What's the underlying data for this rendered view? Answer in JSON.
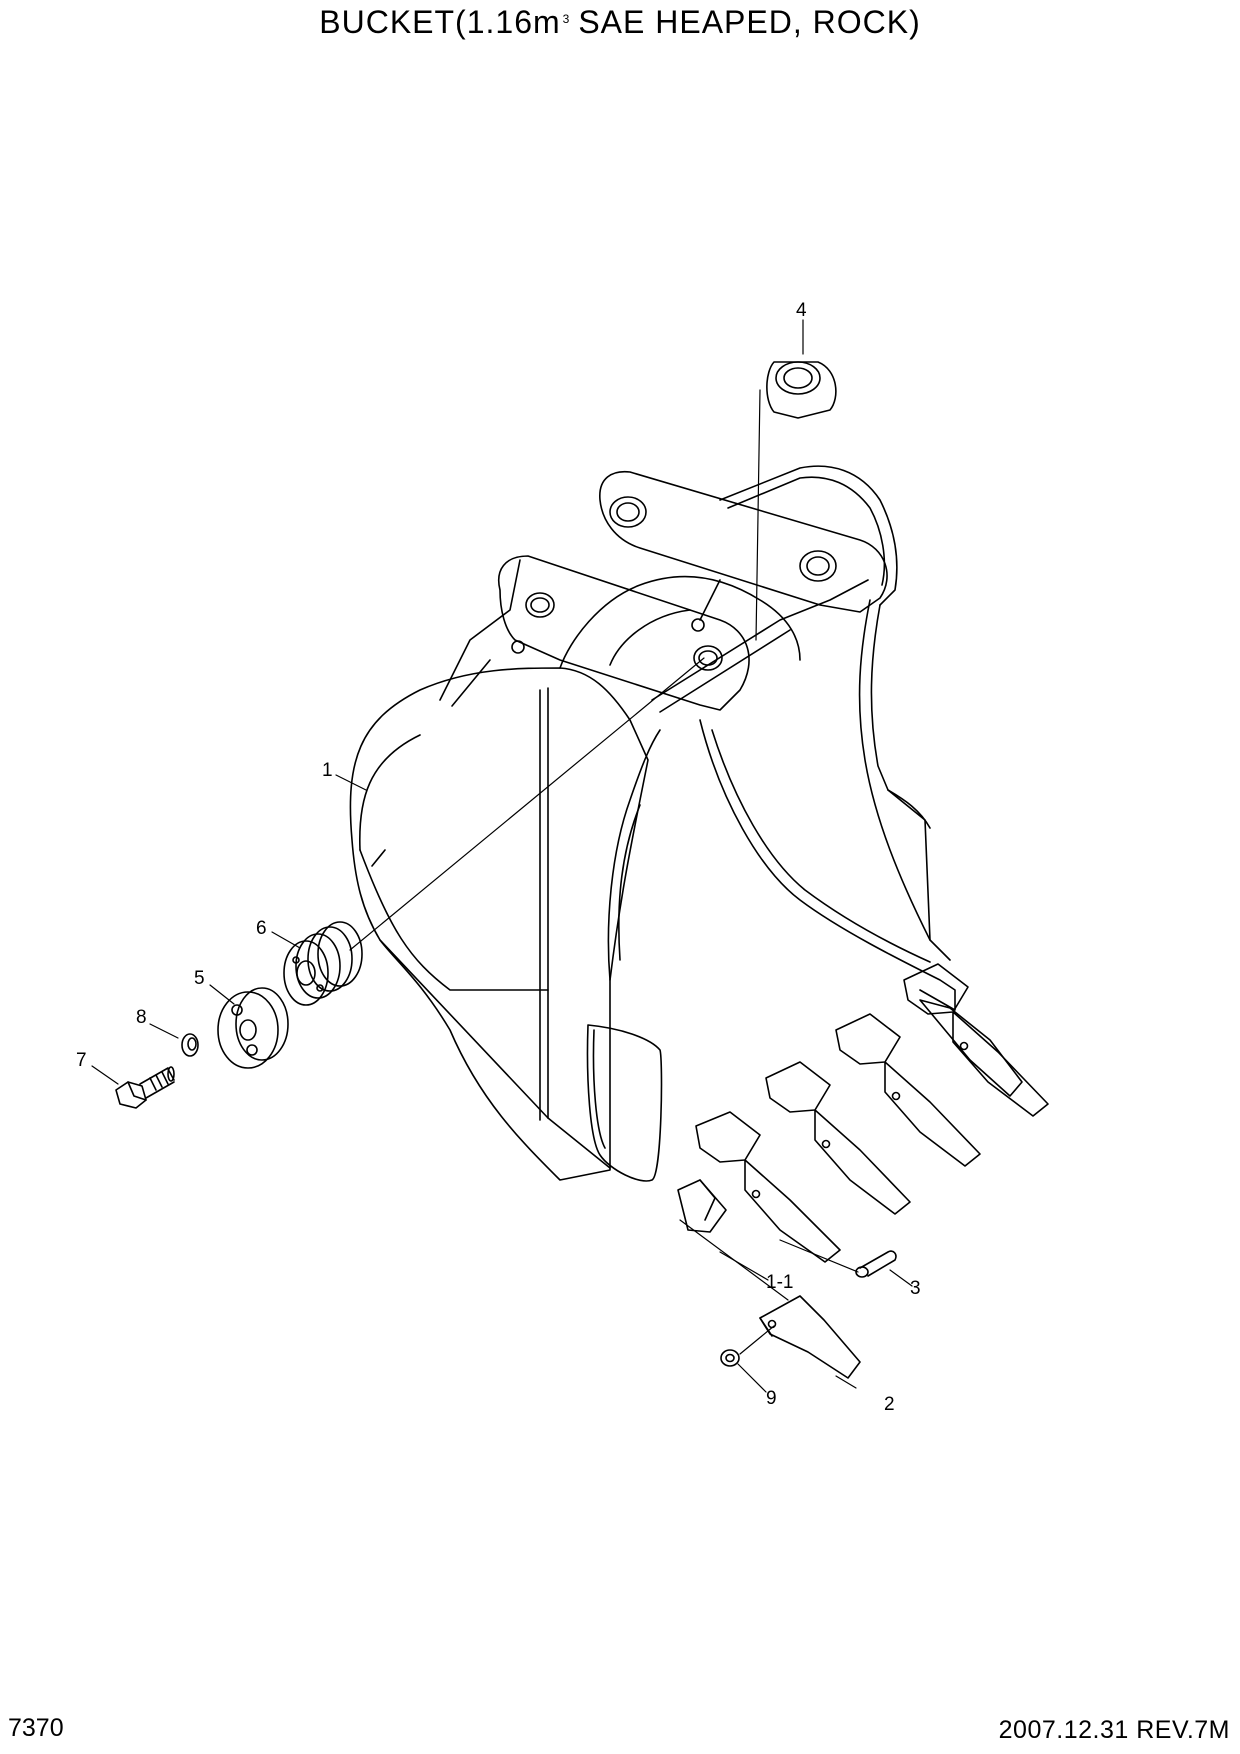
{
  "title": {
    "prefix": "BUCKET(1.16m",
    "superscript": "3",
    "suffix": "SAE HEAPED, ROCK)"
  },
  "footer": {
    "page_number": "7370",
    "revision": "2007.12.31  REV.7M"
  },
  "callouts": {
    "c1": "1",
    "c1_1": "1-1",
    "c2": "2",
    "c3": "3",
    "c4": "4",
    "c5": "5",
    "c6": "6",
    "c7": "7",
    "c8": "8",
    "c9": "9"
  }
}
